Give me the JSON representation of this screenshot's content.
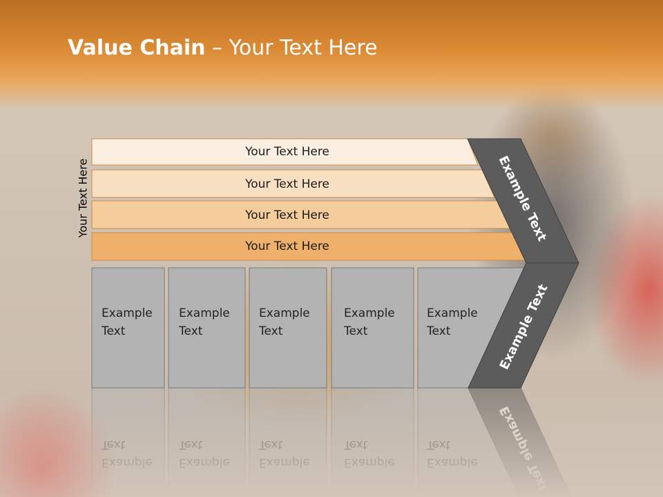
{
  "title": {
    "bold": "Value Chain",
    "rest": " – Your Text Here"
  },
  "side_label": "Your Text Here",
  "bars": [
    {
      "label": "Your Text Here",
      "color": "#fcefe2"
    },
    {
      "label": "Your Text Here",
      "color": "#f9dfc2"
    },
    {
      "label": "Your Text Here",
      "color": "#f5cc9c"
    },
    {
      "label": "Your Text Here",
      "color": "#eeb06a"
    }
  ],
  "boxes": [
    {
      "line1": "Example",
      "line2": "Text"
    },
    {
      "line1": "Example",
      "line2": "Text"
    },
    {
      "line1": "Example",
      "line2": "Text"
    },
    {
      "line1": "Example",
      "line2": "Text"
    },
    {
      "line1": "Example",
      "line2": "Text"
    }
  ],
  "chevron": {
    "upper": "Example Text",
    "lower": "Example Text",
    "color": "#5c5c5c"
  },
  "colors": {
    "box_fill": "#b3b3b3",
    "box_stroke": "#7a7a7a",
    "bar_stroke": "#c98a46"
  }
}
